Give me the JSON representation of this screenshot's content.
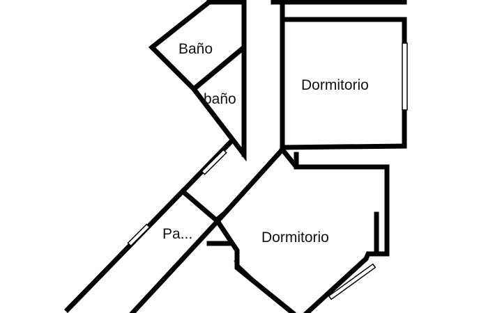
{
  "rooms": [
    {
      "label": "Baño"
    },
    {
      "label": "baño"
    },
    {
      "label": "Dormitorio"
    },
    {
      "label": "Dormitorio"
    },
    {
      "label": "Pa..."
    }
  ]
}
